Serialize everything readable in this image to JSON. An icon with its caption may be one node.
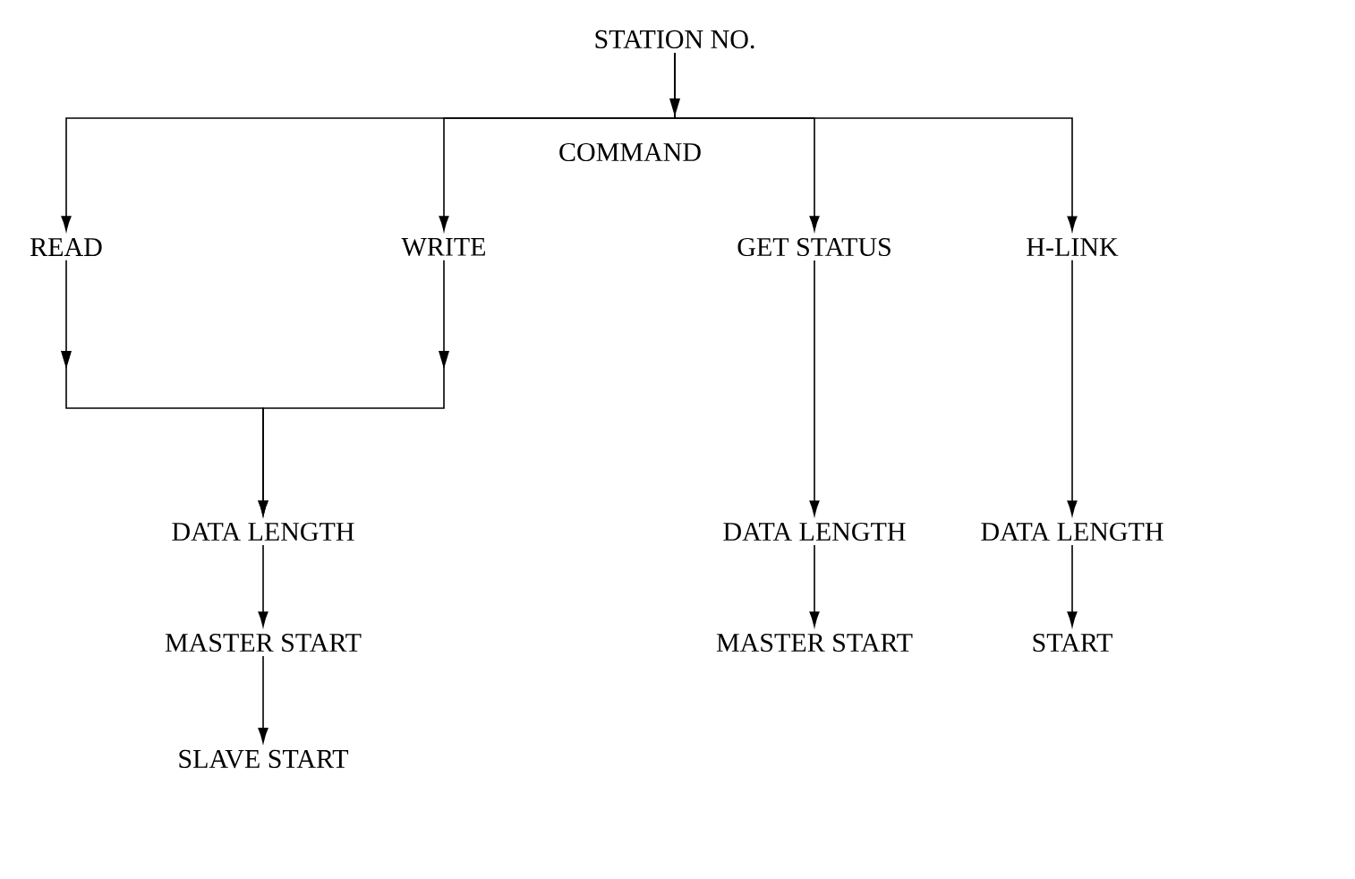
{
  "diagram": {
    "nodes": [
      {
        "text": [
          "STATION NO."
        ]
      },
      {
        "text": [
          "READ"
        ]
      },
      {
        "text": [
          "WRITE"
        ]
      },
      {
        "text": [
          "GET STATUS"
        ]
      },
      {
        "text": [
          "H-LINK"
        ]
      },
      {
        "text": [
          "DATA LENGTH"
        ]
      },
      {
        "text": [
          "MASTER START"
        ]
      },
      {
        "text": [
          "SLAVE START"
        ]
      },
      {
        "text": [
          "DATA LENGTH"
        ]
      },
      {
        "text": [
          "MASTER START"
        ]
      },
      {
        "text": [
          "DATA LENGTH"
        ]
      },
      {
        "text": [
          "START"
        ]
      }
    ],
    "edges": [
      {
        "from": 0,
        "to": 1,
        "arrow": "to"
      },
      {
        "from": 0,
        "to": 2,
        "arrow": "to"
      },
      {
        "from": 0,
        "to": 3,
        "arrow": "to"
      },
      {
        "from": 0,
        "to": 4,
        "arrow": "to"
      },
      {
        "from": 1,
        "to": 5,
        "arrow": "to"
      },
      {
        "from": 2,
        "to": 5,
        "arrow": "to"
      },
      {
        "from": 5,
        "to": 6,
        "arrow": "to"
      },
      {
        "from": 6,
        "to": 7,
        "arrow": "to"
      },
      {
        "from": 3,
        "to": 8,
        "arrow": "to"
      },
      {
        "from": 8,
        "to": 9,
        "arrow": "to"
      },
      {
        "from": 4,
        "to": 10,
        "arrow": "to"
      },
      {
        "from": 10,
        "to": 11,
        "arrow": "to"
      }
    ],
    "labels": [
      "COMMAND"
    ]
  }
}
